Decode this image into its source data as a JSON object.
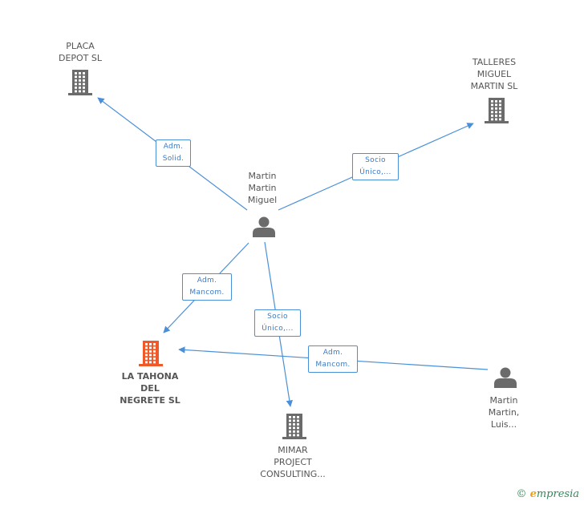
{
  "nodes": [
    {
      "id": "placa",
      "type": "company",
      "lines": [
        "PLACA",
        "DEPOT SL"
      ],
      "focus": false
    },
    {
      "id": "talleres",
      "type": "company",
      "lines": [
        "TALLERES",
        "MIGUEL",
        "MARTIN SL"
      ],
      "focus": false
    },
    {
      "id": "martin_miguel",
      "type": "person",
      "lines": [
        "Martin",
        "Martin",
        "Miguel"
      ],
      "focus": false
    },
    {
      "id": "tahona",
      "type": "company",
      "lines": [
        "LA TAHONA",
        "DEL",
        "NEGRETE SL"
      ],
      "focus": true
    },
    {
      "id": "mimar",
      "type": "company",
      "lines": [
        "MIMAR",
        "PROJECT",
        "CONSULTING..."
      ],
      "focus": false
    },
    {
      "id": "martin_luis",
      "type": "person",
      "lines": [
        "Martin",
        "Martin,",
        "Luis..."
      ],
      "focus": false
    }
  ],
  "edges": [
    {
      "from": "martin_miguel",
      "to": "placa",
      "label": [
        "Adm.",
        "Solid."
      ]
    },
    {
      "from": "martin_miguel",
      "to": "talleres",
      "label": [
        "Socio",
        "Único,..."
      ]
    },
    {
      "from": "martin_miguel",
      "to": "tahona",
      "label": [
        "Adm.",
        "Mancom."
      ]
    },
    {
      "from": "martin_miguel",
      "to": "mimar",
      "label": [
        "Socio",
        "Único,..."
      ]
    },
    {
      "from": "martin_luis",
      "to": "tahona",
      "label": [
        "Adm.",
        "Mancom."
      ]
    }
  ],
  "colors": {
    "edge": "#4a90d9",
    "company": "#6b6b6b",
    "company_focus": "#f05a28",
    "person": "#6b6b6b"
  },
  "brand": {
    "copyright": "©",
    "first": "e",
    "rest": "mpresia"
  }
}
